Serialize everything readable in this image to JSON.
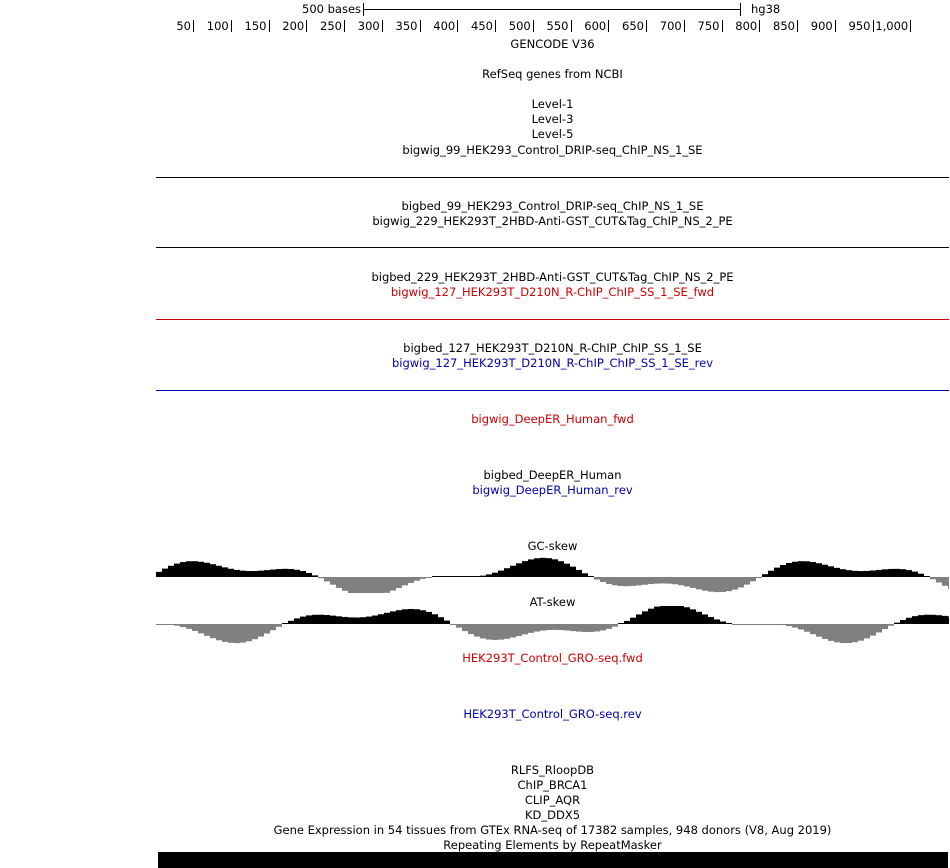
{
  "scale": {
    "bar_label": "500 bases",
    "assembly": "hg38",
    "ticks": [
      "50",
      "100",
      "150",
      "200",
      "250",
      "300",
      "350",
      "400",
      "450",
      "500",
      "550",
      "600",
      "650",
      "700",
      "750",
      "800",
      "850",
      "900",
      "950",
      "1,000"
    ]
  },
  "tracks": {
    "gencode": "GENCODE V36",
    "refseq": "RefSeq genes from NCBI",
    "level1": "Level-1",
    "level3": "Level-3",
    "level5": "Level-5",
    "bigwig_99": "bigwig_99_HEK293_Control_DRIP-seq_ChIP_NS_1_SE",
    "bigbed_99": "bigbed_99_HEK293_Control_DRIP-seq_ChIP_NS_1_SE",
    "bigwig_229": "bigwig_229_HEK293T_2HBD-Anti-GST_CUT&Tag_ChIP_NS_2_PE",
    "bigbed_229": "bigbed_229_HEK293T_2HBD-Anti-GST_CUT&Tag_ChIP_NS_2_PE",
    "bigwig_127_fwd": "bigwig_127_HEK293T_D210N_R-ChIP_ChIP_SS_1_SE_fwd",
    "bigbed_127": "bigbed_127_HEK293T_D210N_R-ChIP_ChIP_SS_1_SE",
    "bigwig_127_rev": "bigwig_127_HEK293T_D210N_R-ChIP_ChIP_SS_1_SE_rev",
    "deeper_fwd": "bigwig_DeepER_Human_fwd",
    "deeper_bed": "bigbed_DeepER_Human",
    "deeper_rev": "bigwig_DeepER_Human_rev",
    "gc_skew": "GC-skew",
    "at_skew": "AT-skew",
    "gro_fwd": "HEK293T_Control_GRO-seq.fwd",
    "gro_rev": "HEK293T_Control_GRO-seq.rev",
    "rlfs": "RLFS_RloopDB",
    "chip_brca1": "ChIP_BRCA1",
    "clip_aqr": "CLIP_AQR",
    "kd_ddx5": "KD_DDX5",
    "gtex": "Gene Expression in 54 tissues from GTEx RNA-seq of 17382 samples, 948 donors (V8, Aug 2019)",
    "repeatmasker": "Repeating Elements by RepeatMasker"
  },
  "colors": {
    "fwd": "#cc0000",
    "rev": "#0000aa",
    "positive": "#000000",
    "negative": "#808080"
  }
}
